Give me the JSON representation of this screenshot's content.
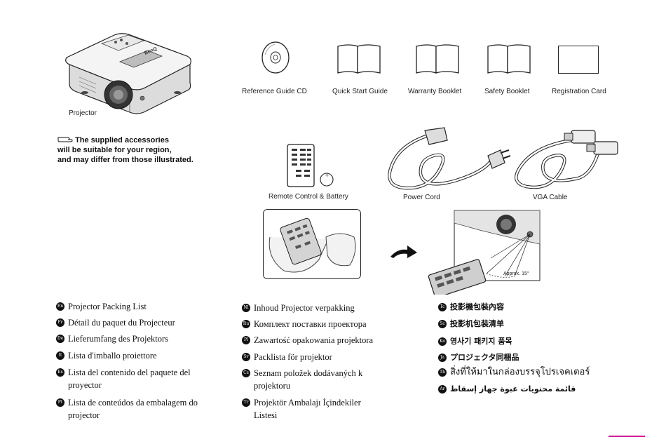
{
  "colors": {
    "accent": "#d21f9a",
    "ink": "#111111",
    "illustration_gray": "#c8c8c8"
  },
  "items": {
    "projector": "Projector",
    "cd": "Reference Guide CD",
    "quick_start": "Quick Start Guide",
    "warranty": "Warranty Booklet",
    "safety": "Safety Booklet",
    "registration": "Registration Card",
    "remote": "Remote Control & Battery",
    "power_cord": "Power Cord",
    "vga_cable": "VGA Cable",
    "approx": "Approx. 15°"
  },
  "note": {
    "line1": "The supplied accessories",
    "line2": "will be suitable for your region,",
    "line3": "and may differ from those illustrated."
  },
  "languages": {
    "col1": [
      {
        "code": "En",
        "text": "Projector Packing List"
      },
      {
        "code": "Fr",
        "text": "Détail du paquet du Projecteur"
      },
      {
        "code": "De",
        "text": "Lieferumfang des Projektors"
      },
      {
        "code": "It",
        "text": "Lista d'imballo proiettore"
      },
      {
        "code": "Es",
        "text": "Lista del contenido del paquete del proyector"
      },
      {
        "code": "Pt",
        "text": "Lista de conteúdos da embalagem do projector"
      }
    ],
    "col2": [
      {
        "code": "Nl",
        "text": "Inhoud Projector verpakking"
      },
      {
        "code": "Ru",
        "text": "Комплект поставки проектора"
      },
      {
        "code": "Pl",
        "text": "Zawartość opakowania projektora"
      },
      {
        "code": "Sv",
        "text": "Packlista för projektor"
      },
      {
        "code": "Cs",
        "text": "Seznam položek dodávaných k projektoru"
      },
      {
        "code": "Tr",
        "text": "Projektör Ambalajı İçindekiler Listesi"
      }
    ],
    "col3": [
      {
        "code": "Tc",
        "text": "投影機包裝內容"
      },
      {
        "code": "Sc",
        "text": "投影机包装清单"
      },
      {
        "code": "Ko",
        "text": "영사기 패키지 품목"
      },
      {
        "code": "Ja",
        "text": "プロジェクタ同梱品"
      },
      {
        "code": "Th",
        "text": "สิ่งที่ให้มาในกล่องบรรจุโปรเจคเตอร์"
      },
      {
        "code": "Ar",
        "text": "قائمة محتويات عبوة جهاز إسقاط"
      }
    ]
  }
}
